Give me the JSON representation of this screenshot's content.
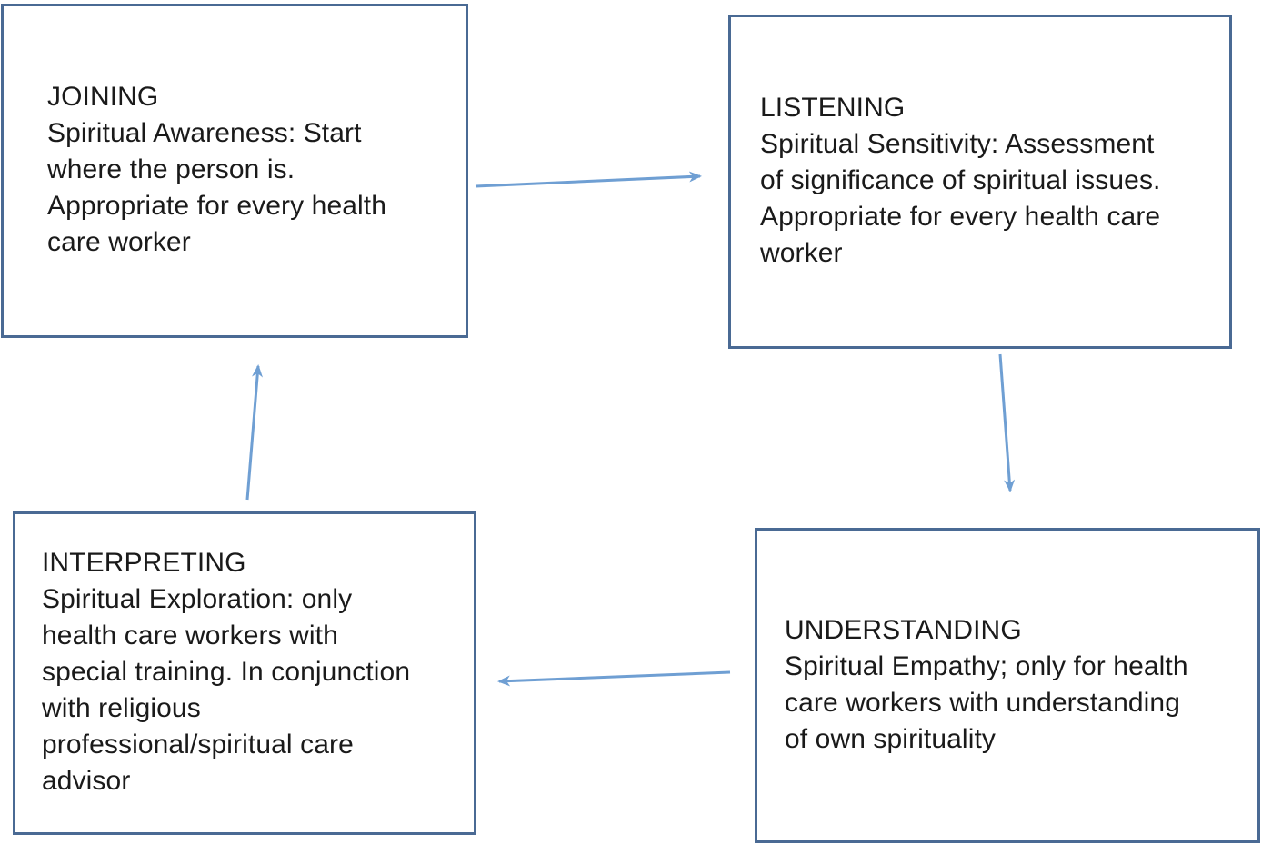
{
  "boxes": [
    {
      "id": "joining",
      "title": "JOINING",
      "lines": [
        "Spiritual Awareness: Start",
        "where the person is.",
        "Appropriate for every health",
        "care worker"
      ]
    },
    {
      "id": "listening",
      "title": "LISTENING",
      "lines": [
        "Spiritual Sensitivity: Assessment",
        "of significance of spiritual issues.",
        "Appropriate for every health care",
        "worker"
      ]
    },
    {
      "id": "understanding",
      "title": "UNDERSTANDING",
      "lines": [
        "Spiritual Empathy; only for health",
        "care workers with understanding",
        "of own spirituality"
      ]
    },
    {
      "id": "interpreting",
      "title": "INTERPRETING",
      "lines": [
        "Spiritual Exploration: only",
        "health care workers with",
        "special training. In conjunction",
        "with religious",
        "professional/spiritual care",
        "advisor"
      ]
    }
  ],
  "colors": {
    "box_border": "#4a6a94",
    "arrow": "#6f9fd3",
    "text": "#1a1a1a"
  }
}
